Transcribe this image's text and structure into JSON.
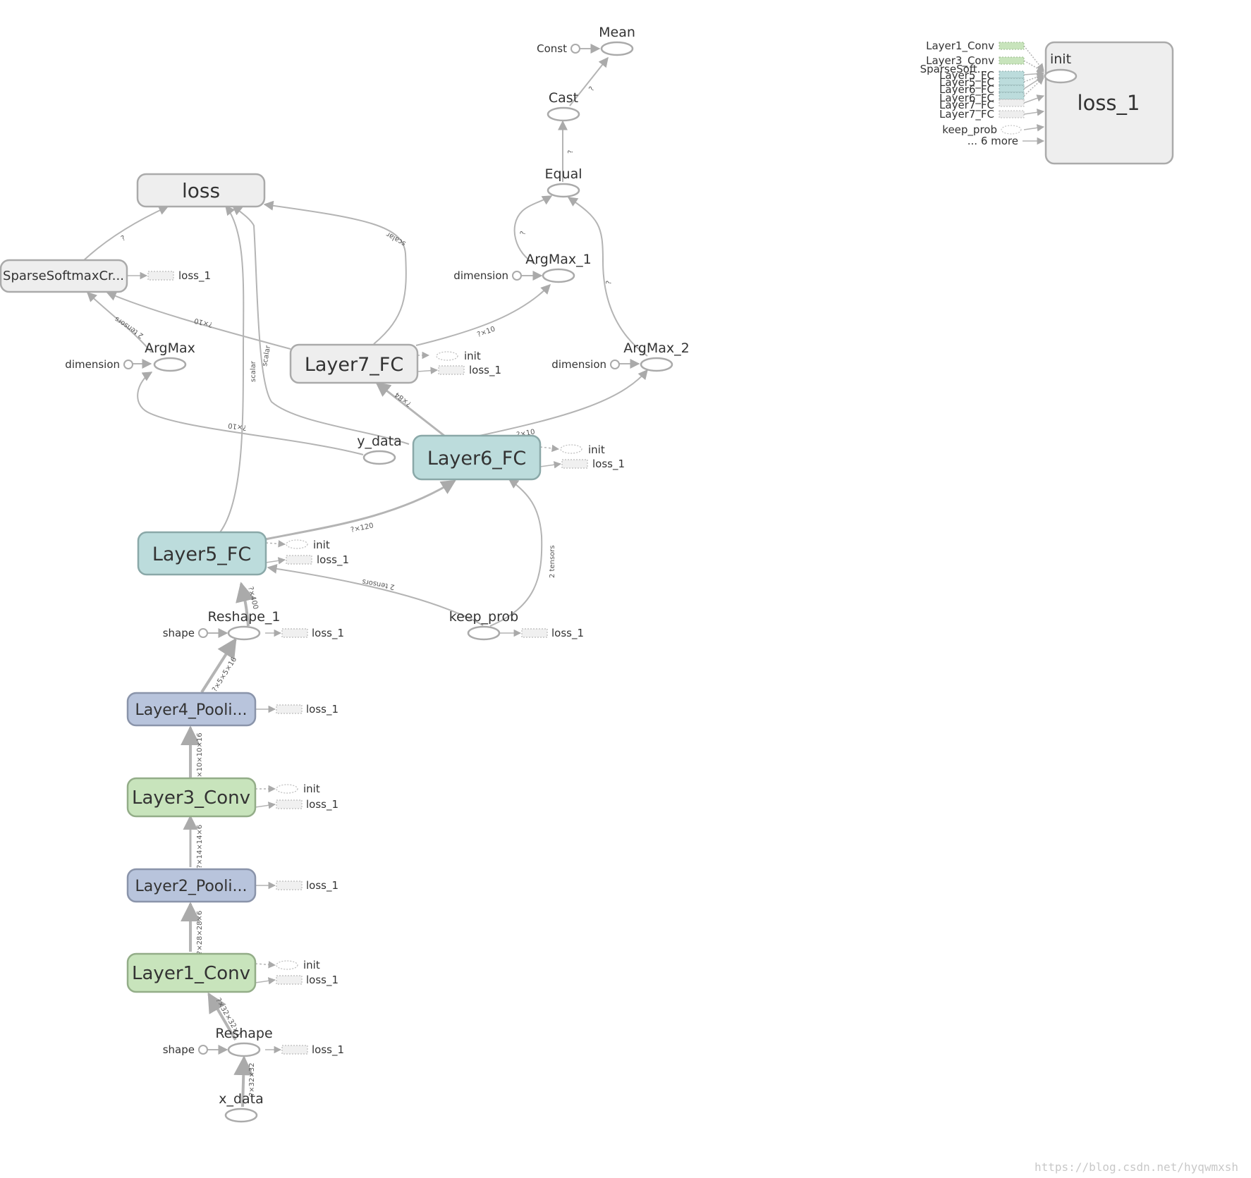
{
  "nodes": {
    "loss": "loss",
    "sparse_softmax": "SparseSoftmaxCr...",
    "argmax": "ArgMax",
    "layer7_fc": "Layer7_FC",
    "layer6_fc": "Layer6_FC",
    "layer5_fc": "Layer5_FC",
    "y_data": "y_data",
    "reshape_1": "Reshape_1",
    "keep_prob": "keep_prob",
    "layer4_pool": "Layer4_Pooli...",
    "layer3_conv": "Layer3_Conv",
    "layer2_pool": "Layer2_Pooli...",
    "layer1_conv": "Layer1_Conv",
    "reshape": "Reshape",
    "x_data": "x_data",
    "mean": "Mean",
    "const": "Const",
    "cast": "Cast",
    "equal": "Equal",
    "argmax_1": "ArgMax_1",
    "argmax_2": "ArgMax_2",
    "dimension": "dimension",
    "shape": "shape",
    "init": "init",
    "loss_1": "loss_1"
  },
  "edges": {
    "q": "?",
    "two_tensors": "2 tensors",
    "q_x10": "?×10",
    "scalar": "scalar",
    "q_x84": "?×84",
    "q_x120": "?×120",
    "q_x400": "?×400",
    "q_5x5x16": "?×5×5×16",
    "q_10x10x16": "?×10×10×16",
    "q_14x14x6": "?×14×14×6",
    "q_28x28x6": "?×28×28×6",
    "q_32x32x1": "?×32×32×1",
    "q_32x32": "?×32×32"
  },
  "aux": {
    "init_label": "init",
    "loss_1_label": "loss_1",
    "inputs": [
      "Layer1_Conv",
      "Layer3_Conv",
      "SparseSoft...",
      "Layer5_FC",
      "Layer5_FC",
      "Layer6_FC",
      "Layer6_FC",
      "Layer7_FC",
      "Layer7_FC",
      "keep_prob"
    ],
    "more": "... 6 more"
  },
  "watermark": "https://blog.csdn.net/hyqwmxsh",
  "colors": {
    "gray_node": "#eeeeee",
    "fc_node": "#bcdcdc",
    "conv_node": "#c8e4bc",
    "pool_node": "#b8c4dc",
    "edge": "#b4b4b4"
  }
}
